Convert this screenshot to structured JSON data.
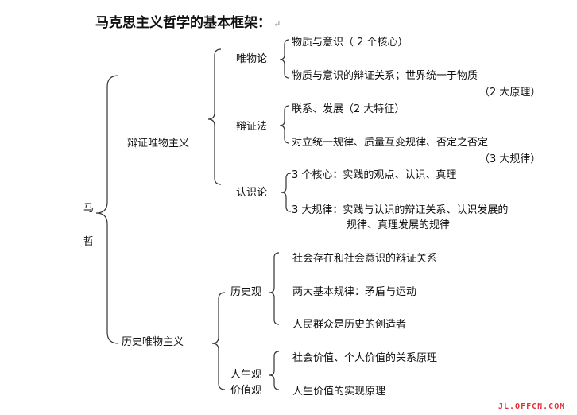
{
  "title": "马克思主义哲学的基本框架：",
  "return_mark": "↵",
  "root": [
    "马",
    "哲"
  ],
  "branches": {
    "dialectical": {
      "label": "辩证唯物主义",
      "materialism": {
        "label": "唯物论",
        "items": [
          "物质与意识（ 2 个核心）",
          "物质与意识的辩证关系；世界统一于物质"
        ],
        "note": "（2 大原理）"
      },
      "dialectics": {
        "label": "辩证法",
        "items": [
          "联系、发展（2 大特征）",
          "对立统一规律、质量互变规律、否定之否定"
        ],
        "note": "（3 大规律）"
      },
      "epistemology": {
        "label": "认识论",
        "items": [
          "3 个核心：实践的观点、认识、真理",
          "3 大规律：实践与认识的辩证关系、认识发展的"
        ],
        "continuation": "规律、真理发展的规律"
      }
    },
    "historical": {
      "label": "历史唯物主义",
      "history_view": {
        "label": "历史观",
        "items": [
          "社会存在和社会意识的辩证关系",
          "两大基本规律：矛盾与运动",
          "人民群众是历史的创造者"
        ]
      },
      "life_value": {
        "label_1": "人生观",
        "label_2": "价值观",
        "items": [
          "社会价值、个人价值的关系原理",
          "人生价值的实现原理"
        ]
      }
    }
  },
  "watermark": "JL.OFFCN.COM"
}
